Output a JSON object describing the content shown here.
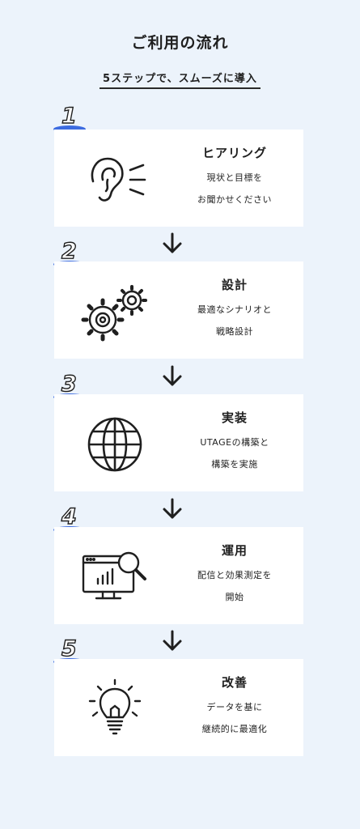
{
  "title": "ご利用の流れ",
  "subtitle": "5ステップで、スムーズに導入",
  "steps": [
    {
      "num": "1",
      "title": "ヒアリング",
      "desc1": "現状と目標を",
      "desc2": "お聞かせください",
      "icon": "ear-icon"
    },
    {
      "num": "2",
      "title": "設計",
      "desc1": "最適なシナリオと",
      "desc2": "戦略設計",
      "icon": "gears-icon"
    },
    {
      "num": "3",
      "title": "実装",
      "desc1": "UTAGEの構築と",
      "desc2": "構築を実施",
      "icon": "globe-icon"
    },
    {
      "num": "4",
      "title": "運用",
      "desc1": "配信と効果測定を",
      "desc2": "開始",
      "icon": "monitor-analytics-icon"
    },
    {
      "num": "5",
      "title": "改善",
      "desc1": "データを基に",
      "desc2": "継続的に最適化",
      "icon": "lightbulb-icon"
    }
  ],
  "colors": {
    "accent": "#3c6be0",
    "background": "#ecf3fb",
    "card": "#ffffff"
  }
}
